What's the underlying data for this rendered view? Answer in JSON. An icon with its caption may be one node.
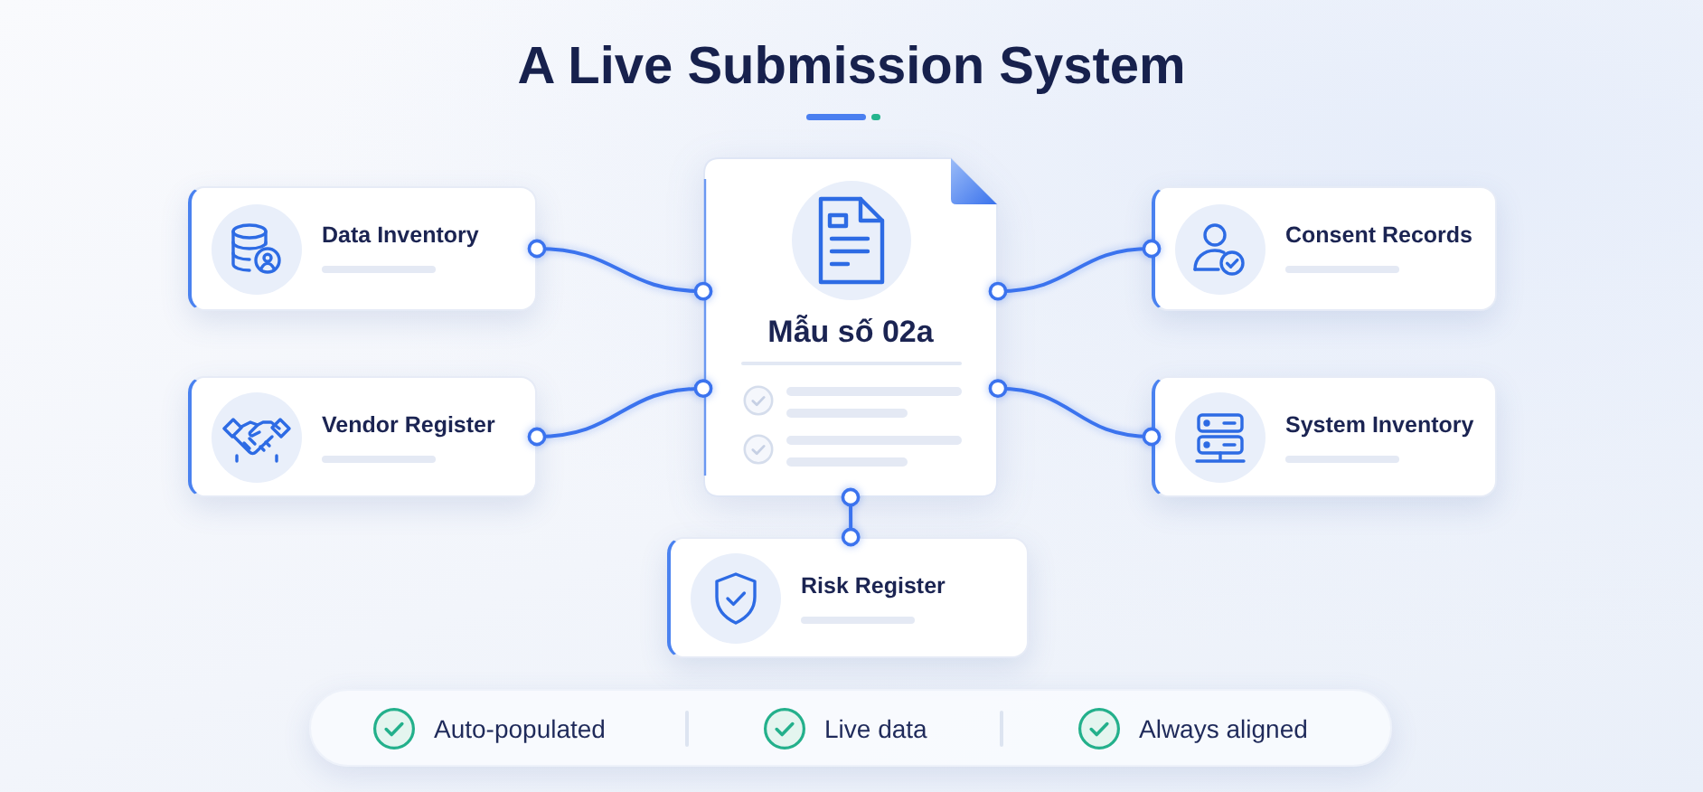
{
  "diagram": {
    "title": "A Live Submission System",
    "nodes": [
      {
        "text": [
          "Data Inventory"
        ]
      },
      {
        "text": [
          "Mẫu số 02a"
        ]
      },
      {
        "text": [
          "Consent Records"
        ]
      },
      {
        "text": [
          "Vendor Register"
        ]
      },
      {
        "text": [
          "System Inventory"
        ]
      },
      {
        "text": [
          "Risk Register"
        ]
      },
      {
        "text": [
          "Auto-populated",
          "Live data",
          "Always aligned"
        ]
      }
    ],
    "edges": [
      {
        "from": 0,
        "to": 1,
        "arrow": "other"
      },
      {
        "from": 2,
        "to": 1,
        "arrow": "other"
      },
      {
        "from": 3,
        "to": 1,
        "arrow": "other"
      },
      {
        "from": 4,
        "to": 1,
        "arrow": "other"
      },
      {
        "from": 5,
        "to": 1,
        "arrow": "other"
      }
    ]
  }
}
